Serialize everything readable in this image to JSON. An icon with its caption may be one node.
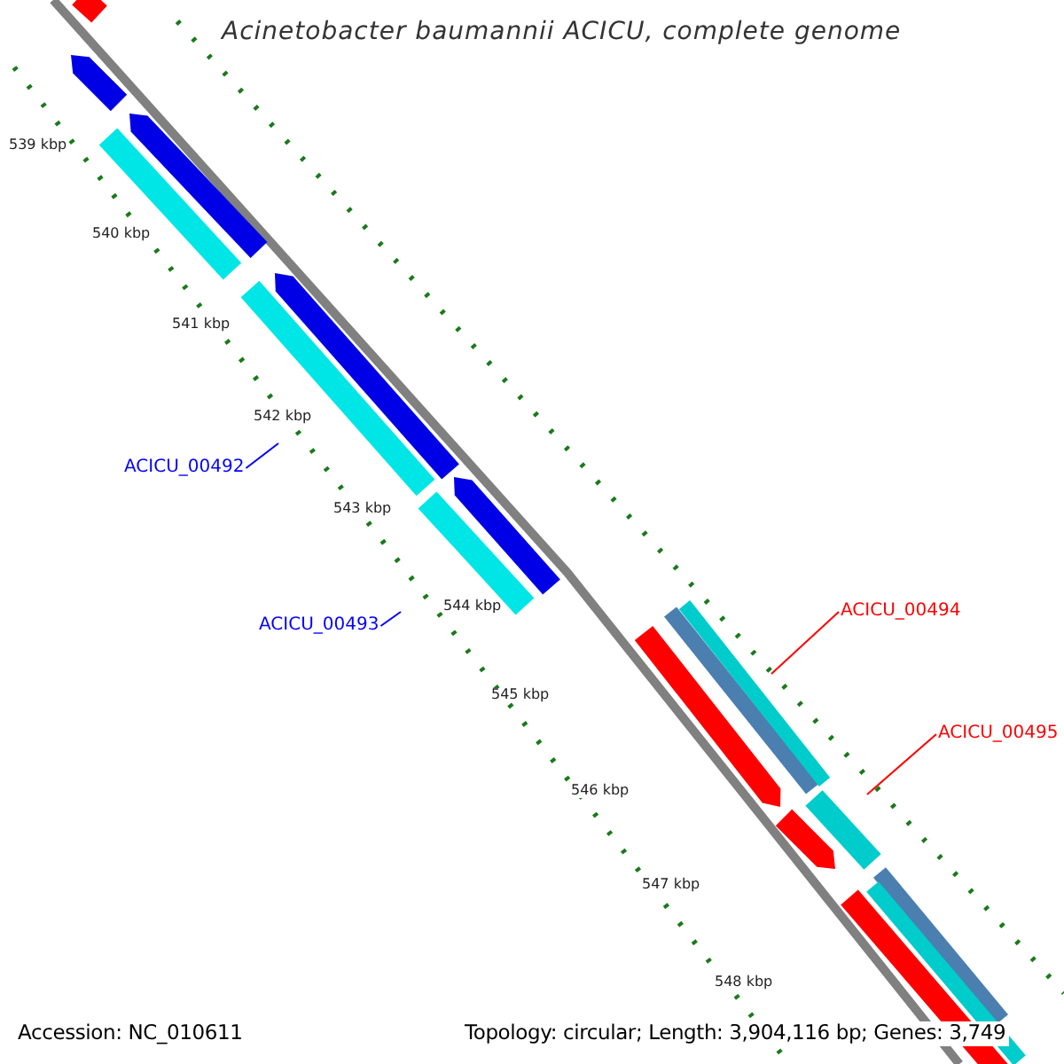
{
  "diagram": {
    "title": "Acinetobacter baumannii ACICU, complete genome",
    "nodes": [
      {
        "text": [
          "ACICU_00492"
        ]
      },
      {
        "text": [
          "ACICU_00493"
        ]
      },
      {
        "text": [
          "ACICU_00494"
        ]
      },
      {
        "text": [
          "ACICU_00495"
        ]
      }
    ],
    "edges": [
      {
        "from": 0,
        "to": null,
        "arrow": "none",
        "color": "#0000ff"
      },
      {
        "from": 1,
        "to": null,
        "arrow": "none",
        "color": "#0000ff"
      },
      {
        "from": 2,
        "to": null,
        "arrow": "none",
        "color": "#ff0000"
      },
      {
        "from": 3,
        "to": null,
        "arrow": "none",
        "color": "#ff0000"
      }
    ],
    "labels": [
      "539 kbp",
      "540 kbp",
      "541 kbp",
      "542 kbp",
      "543 kbp",
      "544 kbp",
      "545 kbp",
      "546 kbp",
      "547 kbp",
      "548 kbp",
      "Accession: NC_010611",
      "Topology: circular; Length: 3,904,116 bp; Genes: 3,749"
    ]
  }
}
